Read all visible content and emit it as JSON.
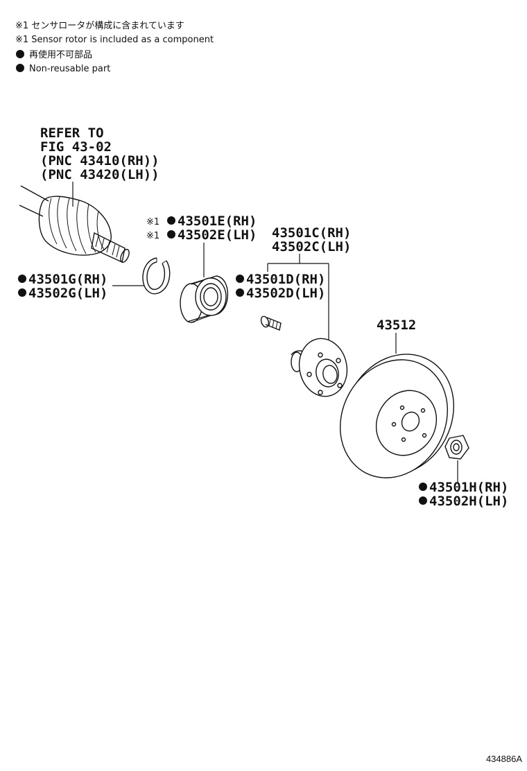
{
  "notes": {
    "sensor_rotor_jp": "※1 センサロータが構成に含まれています",
    "sensor_rotor_en": "※1 Sensor rotor is included as a component",
    "non_reusable_jp": "再使用不可部品",
    "non_reusable_en": "Non-reusable part"
  },
  "refer": {
    "line1": "REFER TO",
    "line2": "FIG 43-02",
    "line3": "(PNC 43410(RH))",
    "line4": "(PNC 43420(LH))"
  },
  "parts": {
    "snap_ring": {
      "rh": "43501G(RH)",
      "lh": "43502G(LH)"
    },
    "bearing": {
      "marker": "※1",
      "rh": "43501E(RH)",
      "lh": "43502E(LH)"
    },
    "hub": {
      "rh": "43501C(RH)",
      "lh": "43502C(LH)"
    },
    "hub_bolt": {
      "rh": "43501D(RH)",
      "lh": "43502D(LH)"
    },
    "disc": {
      "number": "43512"
    },
    "nut": {
      "rh": "43501H(RH)",
      "lh": "43502H(LH)"
    }
  },
  "figure_number": "434886A"
}
